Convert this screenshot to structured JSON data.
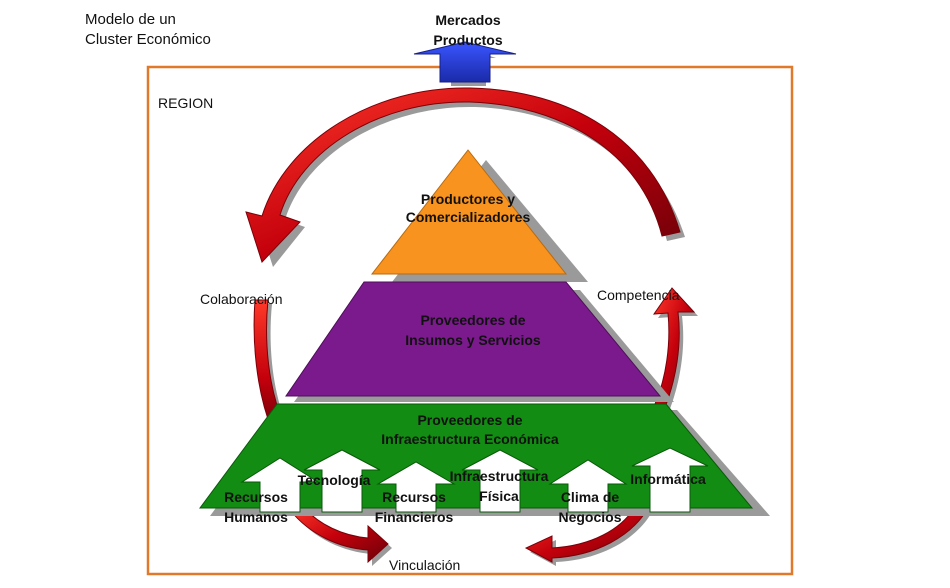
{
  "title": {
    "line1": "Modelo de un",
    "line2": "Cluster Económico"
  },
  "region_label": "REGION",
  "top_output": {
    "line1": "Mercados",
    "line2": "Productos"
  },
  "cycle_labels": {
    "left": "Colaboración",
    "right": "Competencia",
    "bottom": "Vinculación"
  },
  "pyramid": {
    "top": {
      "line1": "Productores y",
      "line2": "Comercializadores"
    },
    "middle": {
      "line1": "Proveedores de",
      "line2": "Insumos y Servicios"
    },
    "base": {
      "line1": "Proveedores de",
      "line2": "Infraestructura Económica"
    }
  },
  "base_factors": [
    {
      "line1": "Recursos",
      "line2": "Humanos"
    },
    {
      "line1": "Tecnología",
      "line2": ""
    },
    {
      "line1": "Recursos",
      "line2": "Financieros"
    },
    {
      "line1": "Infraestructura",
      "line2": "Física"
    },
    {
      "line1": "Clima de",
      "line2": "Negocios"
    },
    {
      "line1": "Informática",
      "line2": ""
    }
  ],
  "colors": {
    "region_border": "#e07a2a",
    "top_layer": "#f7931e",
    "middle_layer": "#7b1a8c",
    "base_layer": "#128c12",
    "cycle_arrows": "#c0000a",
    "output_arrow": "#1f35c8",
    "shadow": "#9a9a9a"
  }
}
